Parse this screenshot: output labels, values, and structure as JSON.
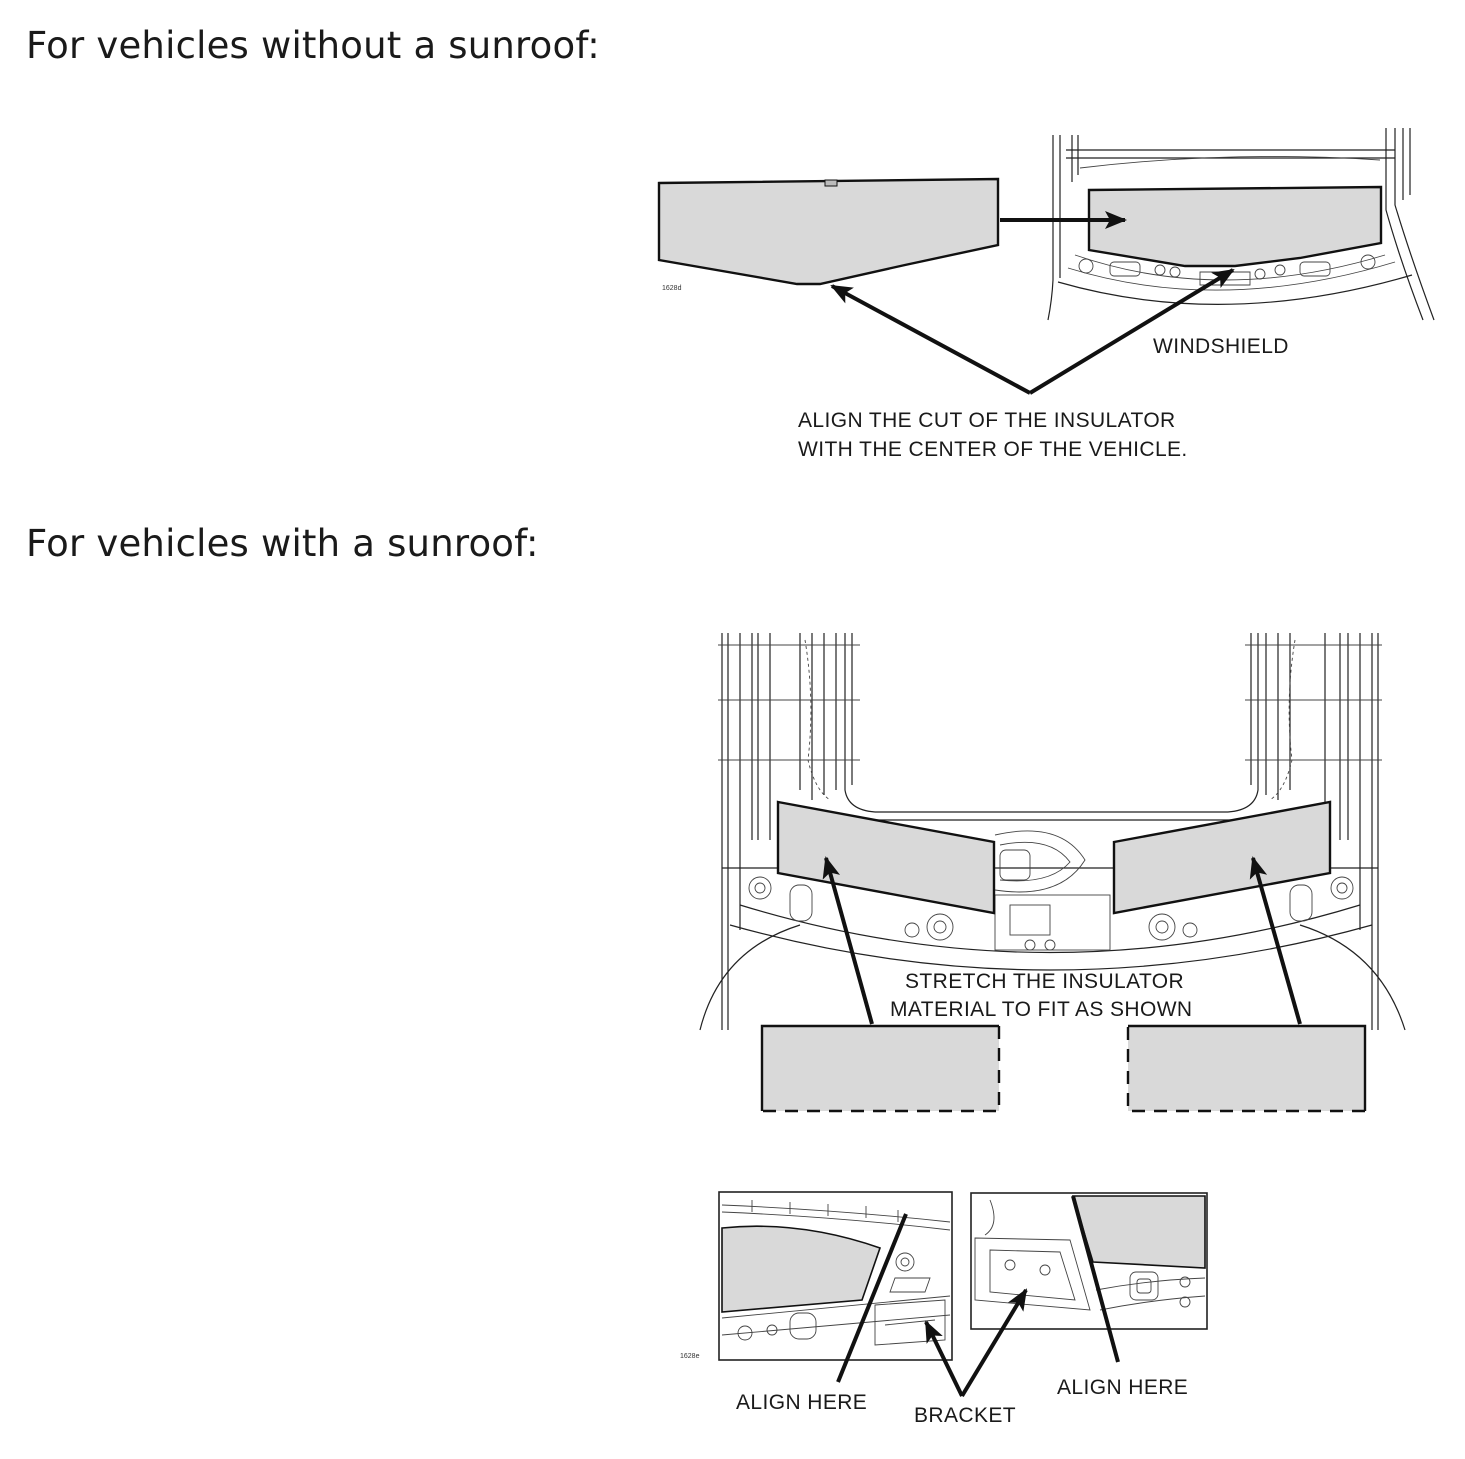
{
  "sections": [
    {
      "heading": "For vehicles without a sunroof:"
    },
    {
      "heading": "For vehicles with a sunroof:"
    }
  ],
  "diagram1": {
    "code": "1628d",
    "windshield_label": "WINDSHIELD",
    "align_line1": "ALIGN THE CUT OF THE INSULATOR",
    "align_line2": "WITH THE CENTER OF THE VEHICLE."
  },
  "diagram2": {
    "stretch_line1": "STRETCH THE INSULATOR",
    "stretch_line2": "MATERIAL TO FIT AS SHOWN"
  },
  "diagram3": {
    "code": "1628e",
    "align_left": "ALIGN HERE",
    "bracket": "BRACKET",
    "align_right": "ALIGN HERE"
  },
  "colors": {
    "insulator_fill": "#d9d9d9",
    "line": "#111111"
  }
}
